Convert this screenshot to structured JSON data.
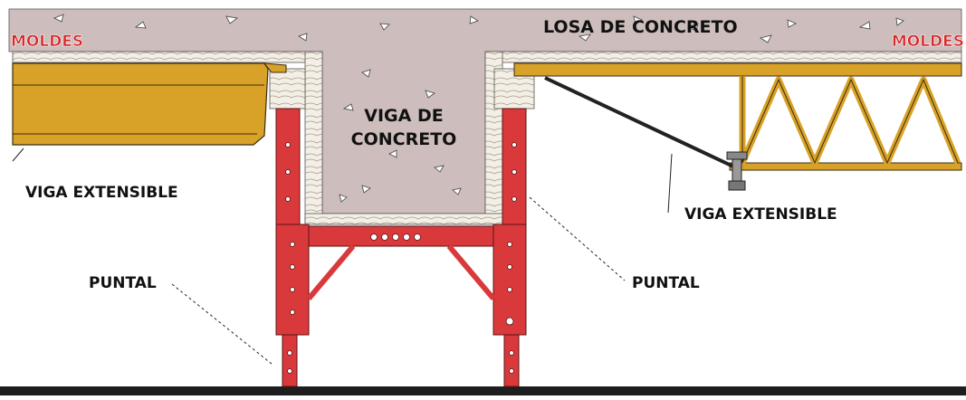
{
  "labels": {
    "losa": "LOSA DE CONCRETO",
    "moldes_left": "MOLDES",
    "moldes_right": "MOLDES",
    "viga_line1": "VIGA DE",
    "viga_line2": "CONCRETO",
    "viga_extensible_left": "VIGA EXTENSIBLE",
    "viga_extensible_right": "VIGA EXTENSIBLE",
    "puntal_left": "PUNTAL",
    "puntal_right": "PUNTAL"
  },
  "colors": {
    "concrete": "#cdbdbd",
    "formwork_steel": "#d8a229",
    "prop_red": "#d9393b",
    "wood": "#f3efe6",
    "moldes_red": "#d7282b",
    "ground": "#1e1e1e",
    "ink": "#111111"
  }
}
